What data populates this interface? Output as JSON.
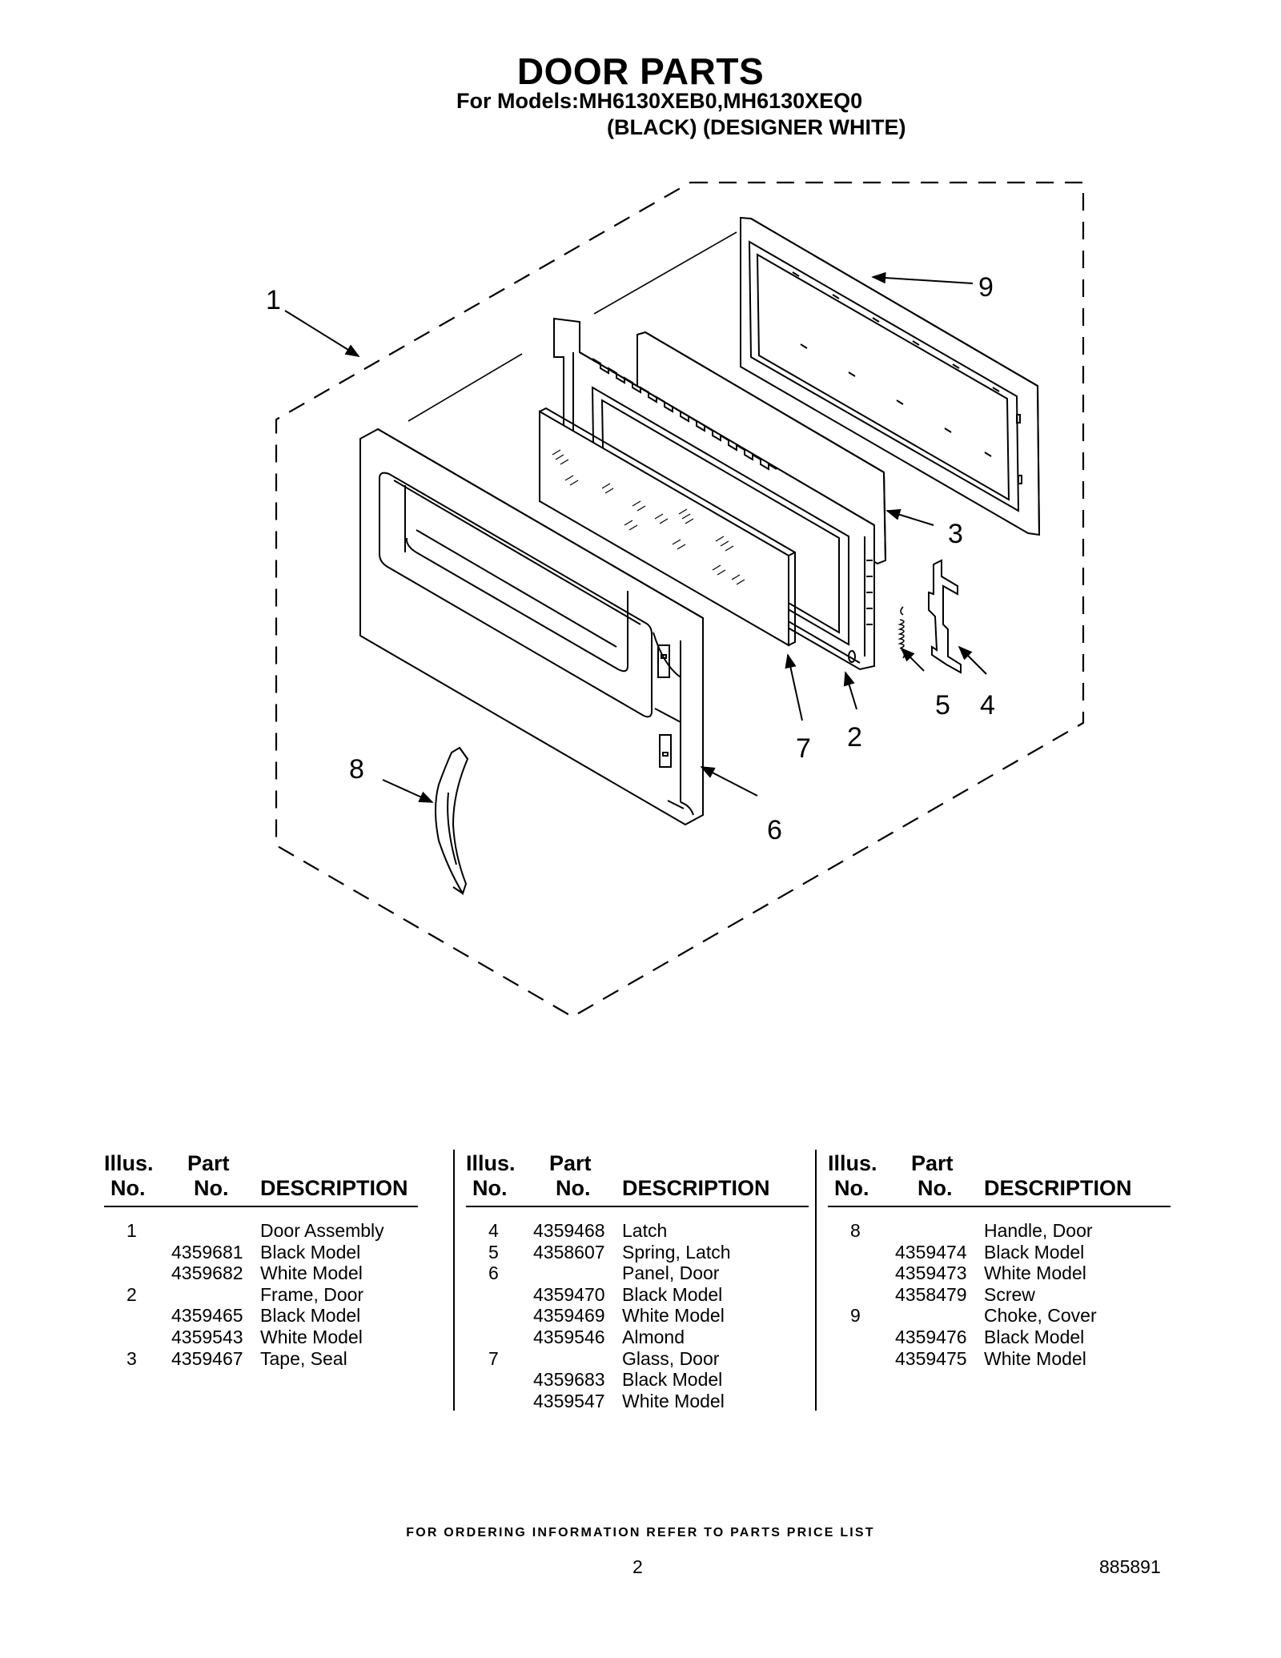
{
  "header": {
    "title": "DOOR PARTS",
    "models_line1": "For Models:MH6130XEB0,MH6130XEQ0",
    "models_line2": "(BLACK) (DESIGNER WHITE)"
  },
  "diagram": {
    "callouts": [
      "1",
      "2",
      "3",
      "4",
      "5",
      "6",
      "7",
      "8",
      "9"
    ]
  },
  "table_headers": {
    "illus_1": "Illus.",
    "illus_2": "No.",
    "part_1": "Part",
    "part_2": "No.",
    "description": "DESCRIPTION"
  },
  "tables": [
    {
      "rows": [
        {
          "illus": "1",
          "part": "",
          "desc": "Door Assembly"
        },
        {
          "illus": "",
          "part": "4359681",
          "desc": "Black Model"
        },
        {
          "illus": "",
          "part": "4359682",
          "desc": "White Model"
        },
        {
          "illus": "2",
          "part": "",
          "desc": "Frame, Door"
        },
        {
          "illus": "",
          "part": "4359465",
          "desc": "Black Model"
        },
        {
          "illus": "",
          "part": "4359543",
          "desc": "White Model"
        },
        {
          "illus": "3",
          "part": "4359467",
          "desc": "Tape, Seal"
        }
      ]
    },
    {
      "rows": [
        {
          "illus": "4",
          "part": "4359468",
          "desc": "Latch"
        },
        {
          "illus": "5",
          "part": "4358607",
          "desc": "Spring, Latch"
        },
        {
          "illus": "6",
          "part": "",
          "desc": "Panel, Door"
        },
        {
          "illus": "",
          "part": "4359470",
          "desc": "Black Model"
        },
        {
          "illus": "",
          "part": "4359469",
          "desc": "White Model"
        },
        {
          "illus": "",
          "part": "4359546",
          "desc": "Almond"
        },
        {
          "illus": "7",
          "part": "",
          "desc": "Glass, Door"
        },
        {
          "illus": "",
          "part": "4359683",
          "desc": "Black Model"
        },
        {
          "illus": "",
          "part": "4359547",
          "desc": "White Model"
        }
      ]
    },
    {
      "rows": [
        {
          "illus": "8",
          "part": "",
          "desc": "Handle, Door"
        },
        {
          "illus": "",
          "part": "4359474",
          "desc": "Black Model"
        },
        {
          "illus": "",
          "part": "4359473",
          "desc": "White Model"
        },
        {
          "illus": "",
          "part": "4358479",
          "desc": "Screw"
        },
        {
          "illus": "9",
          "part": "",
          "desc": "Choke, Cover"
        },
        {
          "illus": "",
          "part": "4359476",
          "desc": "Black Model"
        },
        {
          "illus": "",
          "part": "4359475",
          "desc": "White Model"
        }
      ]
    }
  ],
  "footer": {
    "note": "FOR ORDERING INFORMATION REFER TO PARTS PRICE LIST",
    "page_number": "2",
    "document_number": "885891"
  }
}
